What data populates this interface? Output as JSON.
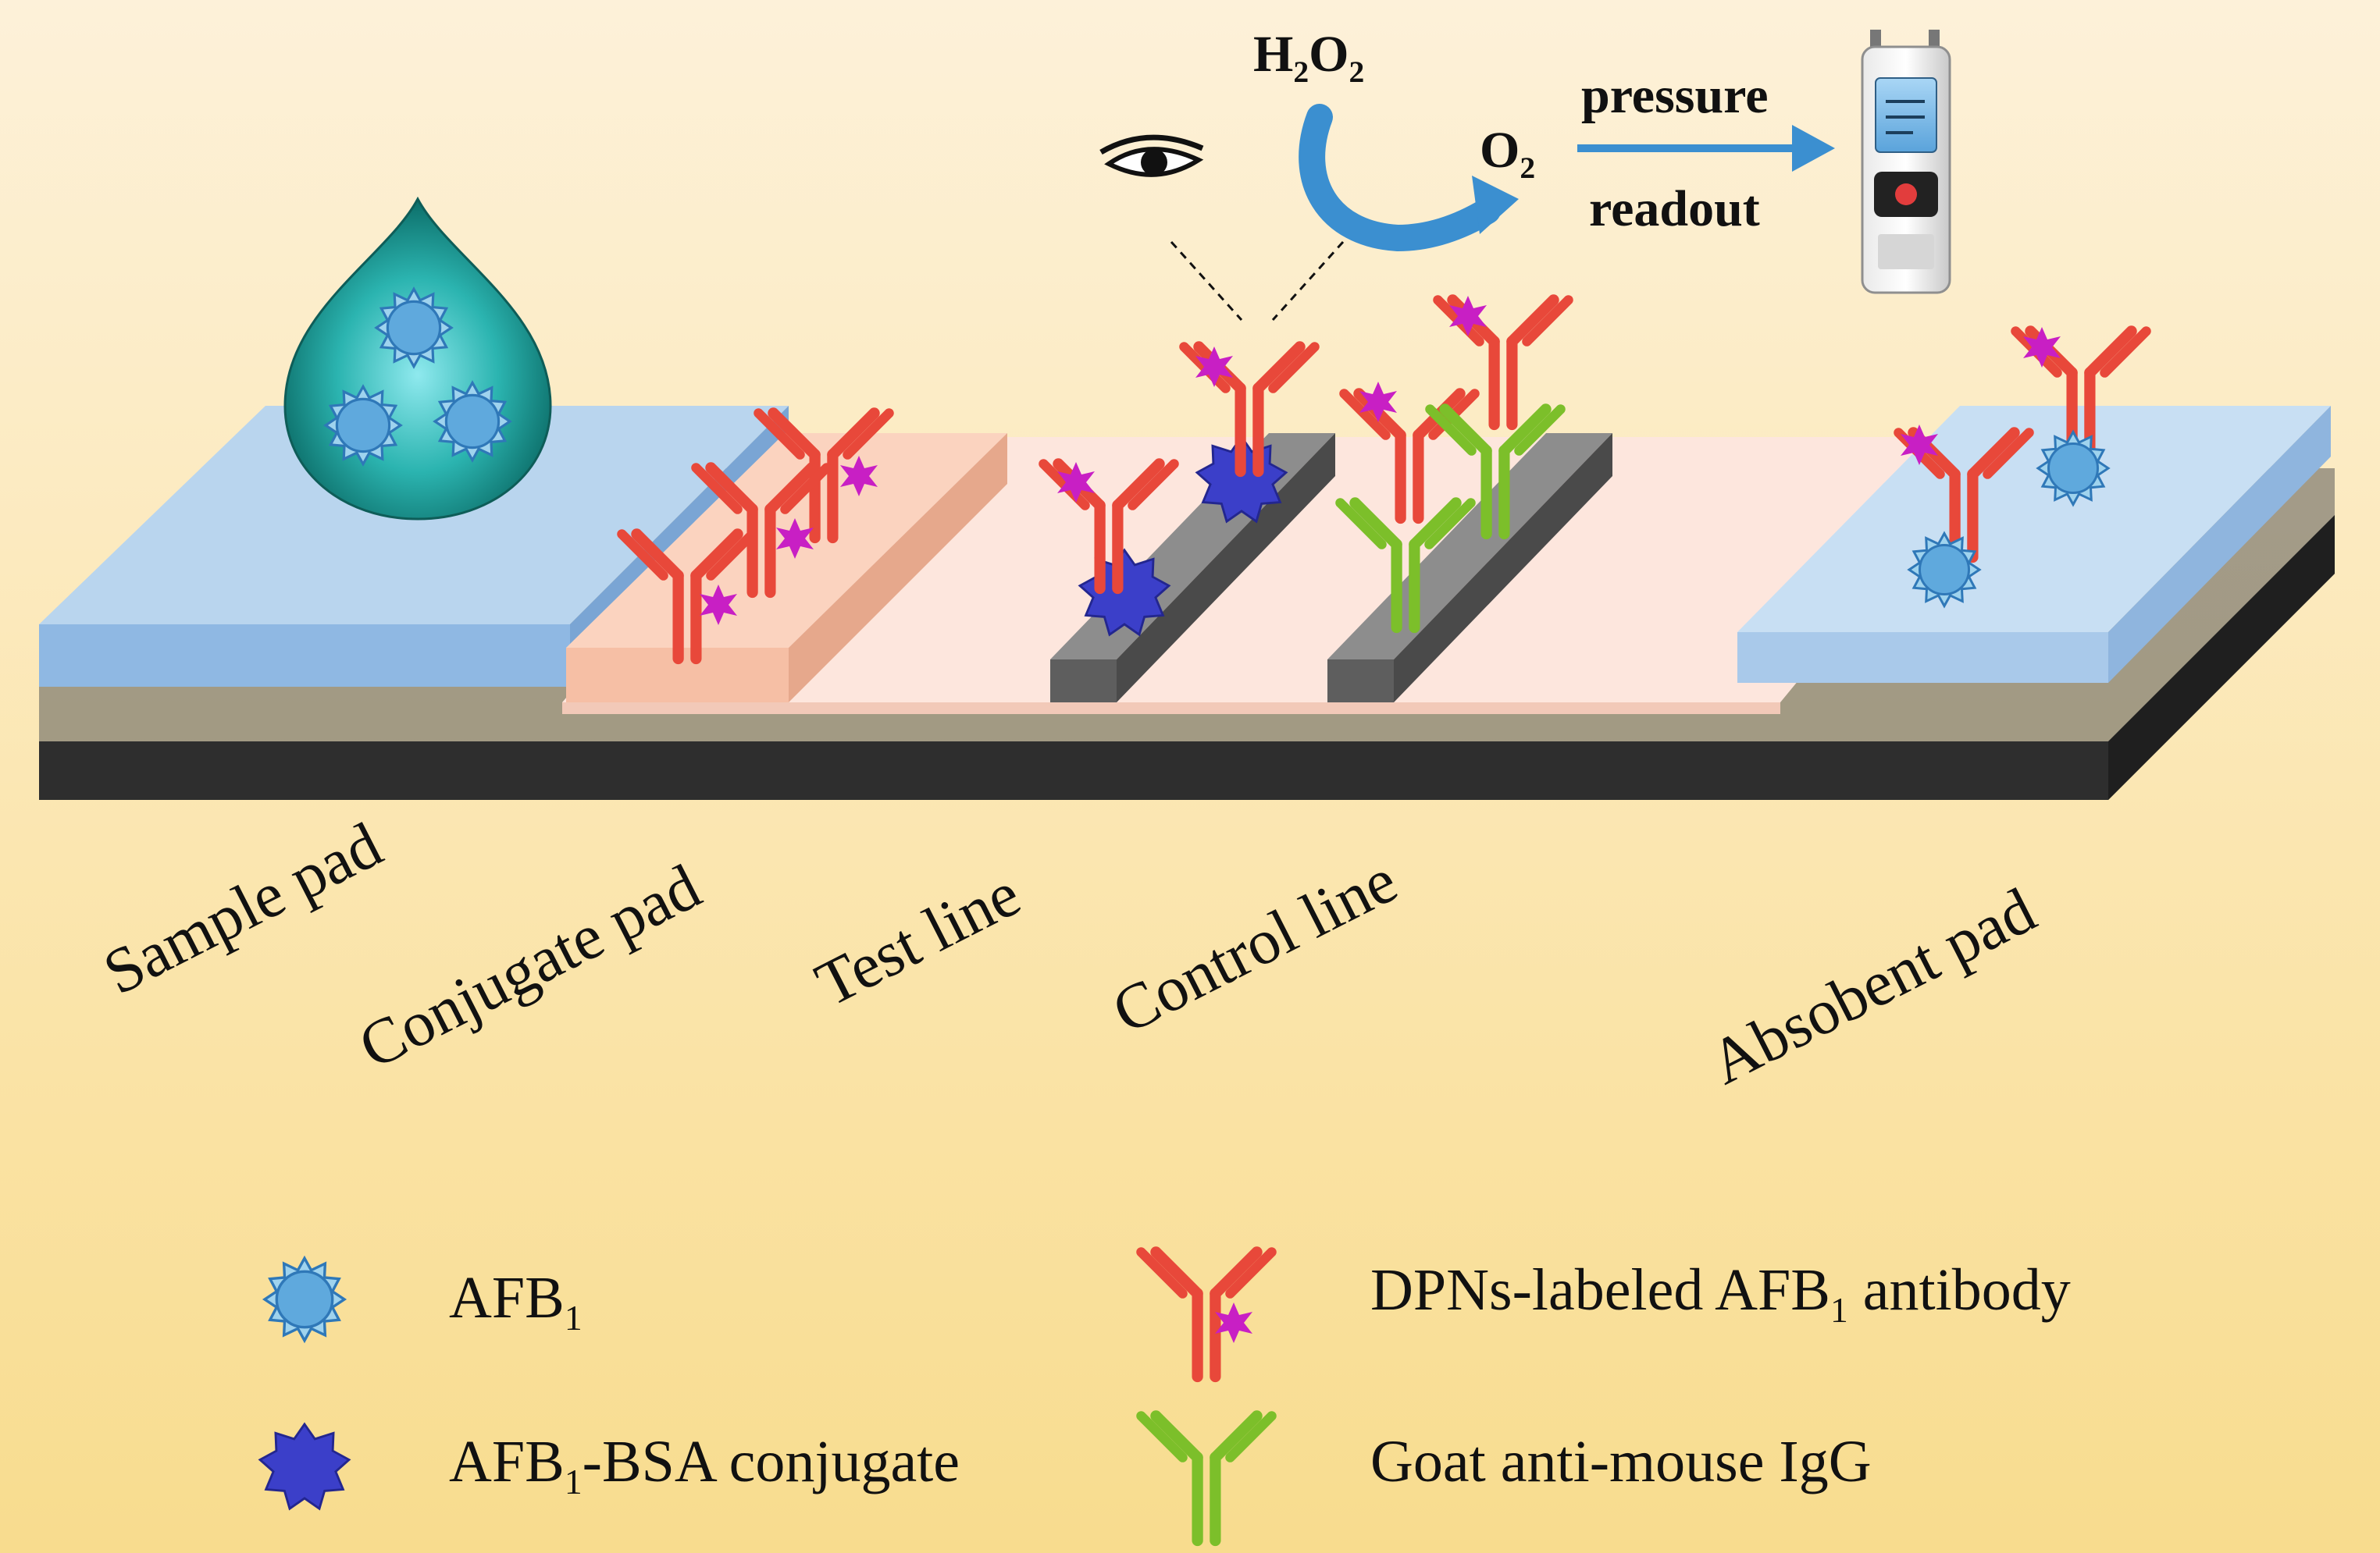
{
  "labels": {
    "h2o2": {
      "base1": "H",
      "sub1": "2",
      "base2": "O",
      "sub2": "2"
    },
    "o2": {
      "base": "O",
      "sub": "2"
    },
    "pressure": "pressure",
    "readout": "readout"
  },
  "pads": {
    "sample_pad": "Sample pad",
    "conjugate_pad": "Conjugate pad",
    "test_line": "Test line",
    "control_line": "Control line",
    "absorbent_pad": "Absobent pad"
  },
  "legend": {
    "afb1": {
      "base": "AFB",
      "sub": "1"
    },
    "afb1_bsa": {
      "base": "AFB",
      "sub": "1",
      "rest": "-BSA conjugate"
    },
    "dpn_antibody": {
      "base": "DPNs-labeled AFB",
      "sub": "1",
      "rest": " antibody"
    },
    "goat_igg": "Goat anti-mouse IgG"
  },
  "colors": {
    "antibody_red": "#e8483a",
    "antibody_green": "#7cbf2a",
    "dpn_magenta": "#c81fc4",
    "afb1_blue": "#5fa9dd",
    "bsa_blue": "#3b3fc9",
    "arrow_blue": "#3b8fd0"
  },
  "icons": {
    "eye": "eye-icon",
    "meter": "pressure-meter-icon",
    "drop": "sample-drop"
  }
}
